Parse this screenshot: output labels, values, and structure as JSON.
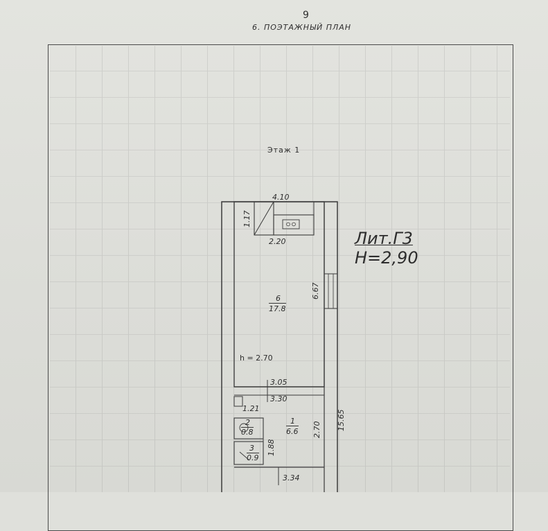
{
  "page": {
    "number": "9",
    "title": "6. ПОЭТАЖНЫЙ ПЛАН"
  },
  "floor": {
    "label": "Этаж 1"
  },
  "building": {
    "lit": "Лит.Г3",
    "height": "Н=2,90"
  },
  "rooms": [
    {
      "number": "6",
      "area": "17.8"
    },
    {
      "number": "1",
      "area": "6.6"
    },
    {
      "number": "2",
      "area": "0.8"
    },
    {
      "number": "3",
      "area": "0.9"
    }
  ],
  "ceiling_height": "h = 2.70",
  "dimensions": {
    "top_width": "4.10",
    "upper_left": "1.17",
    "niche_width": "2.20",
    "room6_length": "6.67",
    "total_length": "15.65",
    "inner_3_05": "3.05",
    "inner_3_30": "3.30",
    "inner_1_21": "1.21",
    "room1_length": "2.70",
    "small_1_88": "1.88",
    "bottom_3_34": "3.34"
  }
}
